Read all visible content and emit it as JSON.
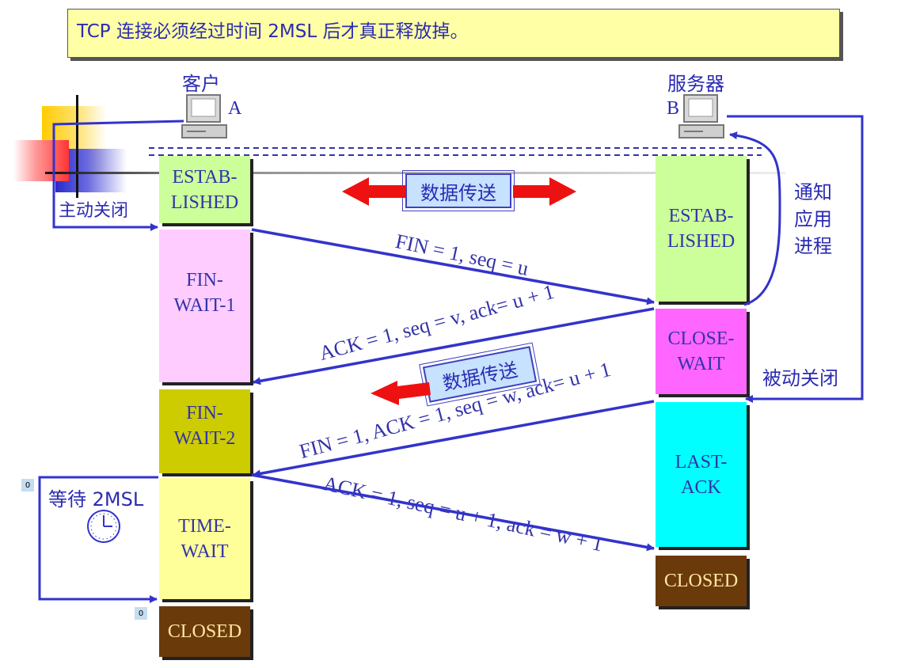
{
  "title": "TCP 连接必须经过时间 2MSL 后才真正释放掉。",
  "client": {
    "name": "客户",
    "letter": "A"
  },
  "server": {
    "name": "服务器",
    "letter": "B"
  },
  "labels": {
    "active_close": "主动关闭",
    "notify_app": "通知\n应用\n进程",
    "passive_close": "被动关闭",
    "wait_2msl": "等待 2MSL",
    "data_transfer_top": "数据传送",
    "data_transfer_mid": "数据传送"
  },
  "client_states": [
    {
      "label": "ESTAB-\nLISHED",
      "color": "#ccff99"
    },
    {
      "label": "FIN-\nWAIT-1",
      "color": "#ffccff"
    },
    {
      "label": "FIN-\nWAIT-2",
      "color": "#cccc00"
    },
    {
      "label": "TIME-\nWAIT",
      "color": "#ffff99"
    },
    {
      "label": "CLOSED",
      "color": "#6b3a0b"
    }
  ],
  "server_states": [
    {
      "label": "ESTAB-\nLISHED",
      "color": "#ccff99"
    },
    {
      "label": "CLOSE-\nWAIT",
      "color": "#ff66ff"
    },
    {
      "label": "LAST-\nACK",
      "color": "#00ffff"
    },
    {
      "label": "CLOSED",
      "color": "#6b3a0b"
    }
  ],
  "messages": {
    "m1": "FIN = 1, seq = u",
    "m2": "ACK = 1, seq = v, ack= u + 1",
    "m3": "FIN = 1, ACK = 1, seq = w, ack= u + 1",
    "m4": "ACK = 1, seq = u + 1, ack = w + 1"
  },
  "corner_marks": [
    "0",
    "0"
  ],
  "colors": {
    "line": "#3333cc",
    "arrow_red": "#ee1111",
    "text": "#2b2bb3"
  },
  "icons": [
    "computer-icon",
    "computer-icon",
    "clock-icon"
  ]
}
